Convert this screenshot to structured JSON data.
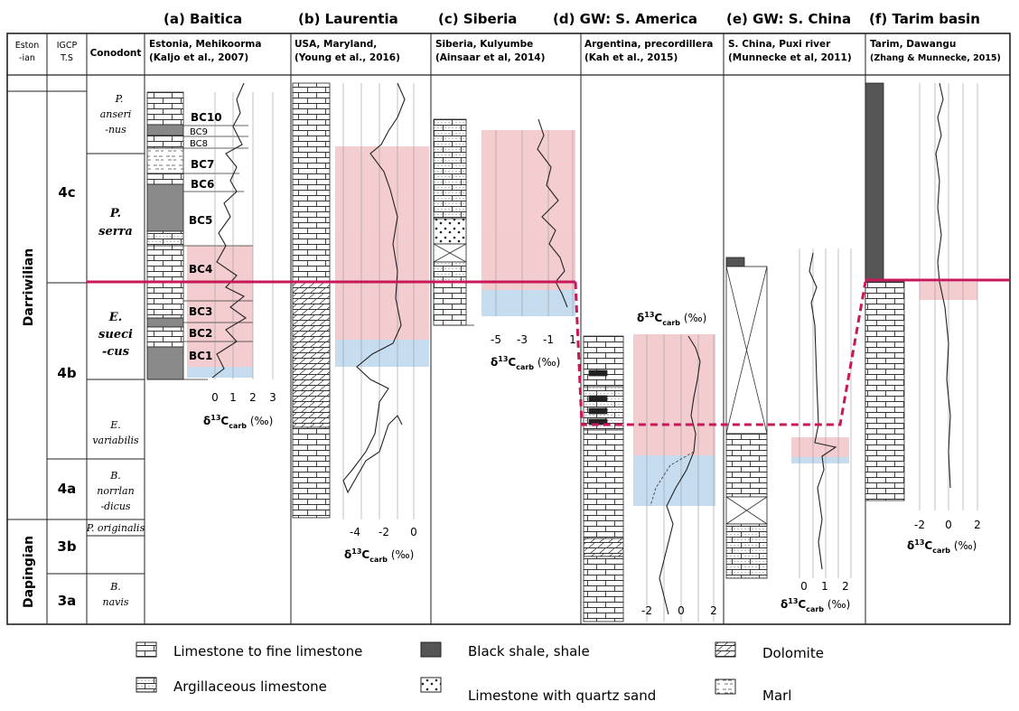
{
  "titles": {
    "a": "(a) Baitica",
    "b": "(b) Laurentia",
    "c": "(c) Siberia",
    "d": "(d) GW: S. America",
    "e": "(e) GW: S. China",
    "f": "(f) Tarim basin"
  },
  "headers": {
    "eston_1": "Eston",
    "eston_2": "-ian",
    "igcp_1": "IGCP",
    "igcp_2": "T.S",
    "conodont": "Conodont",
    "a_1": "Estonia, Mehikoorma",
    "a_2": "(Kaljo et al., 2007)",
    "b_1": "USA, Maryland,",
    "b_2": "(Young et al., 2016)",
    "c_1": "Siberia, Kulyumbe",
    "c_2": "(Ainsaar et al, 2014)",
    "d_1": "Argentina, precordillera",
    "d_2": "(Kah et al., 2015)",
    "e_1": "S. China, Puxi river",
    "e_2": "(Munnecke et al, 2011)",
    "f_1": "Tarim, Dawangu",
    "f_2": "(Zhang & Munnecke, 2015)"
  },
  "stages": {
    "darriwilian": "Darriwilian",
    "dapingian": "Dapingian"
  },
  "slices": {
    "4c": "4c",
    "4b": "4b",
    "4a": "4a",
    "3b": "3b",
    "3a": "3a"
  },
  "conodonts": {
    "anseri_1": "P.",
    "anseri_2": "anseri",
    "anseri_3": "-nus",
    "serra_1": "P.",
    "serra_2": "serra",
    "sueci_1": "E.",
    "sueci_2": "sueci",
    "sueci_3": "-cus",
    "variab_1": "E.",
    "variab_2": "variabilis",
    "norr_1": "B.",
    "norr_2": "norrlan",
    "norr_3": "-dicus",
    "orig": "P. originalis",
    "navis_1": "B.",
    "navis_2": "navis"
  },
  "beds": [
    "BC10",
    "BC9",
    "BC8",
    "BC7",
    "BC6",
    "BC5",
    "BC4",
    "BC3",
    "BC2",
    "BC1"
  ],
  "axis_label": "δ13Ccarb (‰)",
  "axis_label_parts": {
    "delta": "δ",
    "sup": "13",
    "c": "C",
    "sub": "carb",
    "unit": " (‰)"
  },
  "ticks": {
    "a": [
      "0",
      "1",
      "2",
      "3"
    ],
    "b": [
      "-4",
      "-2",
      "0"
    ],
    "c": [
      "-5",
      "-3",
      "-1",
      "1"
    ],
    "d": [
      "-2",
      "0",
      "2"
    ],
    "e": [
      "0",
      "1",
      "2"
    ],
    "f": [
      "-2",
      "0",
      "2"
    ]
  },
  "legend": {
    "limestone": "Limestone to fine limestone",
    "argillaceous": "Argillaceous limestone",
    "shale": "Black shale, shale",
    "quartz": "Limestone with quartz sand",
    "dolomite": "Dolomite",
    "marl": "Marl"
  },
  "colors": {
    "positive_shade": "#f2c4c8",
    "negative_shade": "#bcd6ec",
    "correlation_line": "#c8185a",
    "shale": "#555555"
  }
}
